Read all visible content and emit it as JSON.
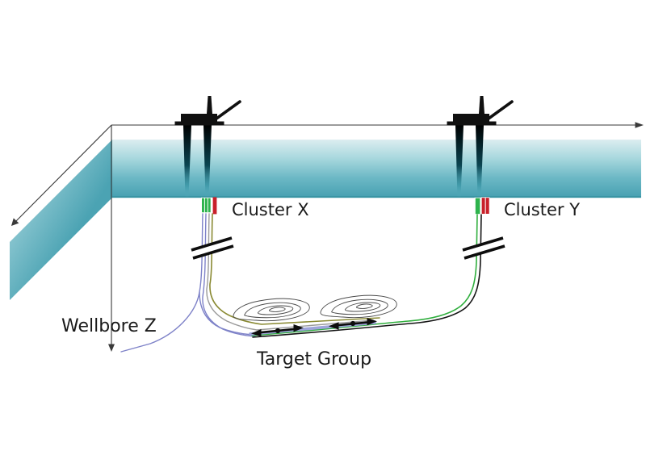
{
  "labels": {
    "cluster_x": "Cluster X",
    "cluster_y": "Cluster Y",
    "wellbore_z": "Wellbore Z",
    "target_group": "Target Group"
  },
  "icons": {
    "platform_x": "oil-platform-icon",
    "platform_y": "oil-platform-icon",
    "pipe_break": "wellbore-break-icon",
    "reservoir_contours": "reservoir-contour-icon",
    "flow_arrow": "bidirectional-arrow-icon"
  },
  "colors": {
    "sea_top": "#dcedf0",
    "sea_mid": "#9fd2d9",
    "sea_bottom": "#46a0b1",
    "sea_edge": "#3a95a4",
    "wellhead_green": "#2eb34d",
    "wellhead_red": "#c8202a",
    "wellbore_blue": "#7e82c8",
    "wellbore_purple_band": "#9aa0d8",
    "wellbore_grey": "#9a9a9a",
    "wellbore_olive": "#8a8a33",
    "wellbore_green": "#2fae3d",
    "wellbore_black": "#141414",
    "axis": "#3a3a3a",
    "label_text": "#1a1a1a"
  }
}
